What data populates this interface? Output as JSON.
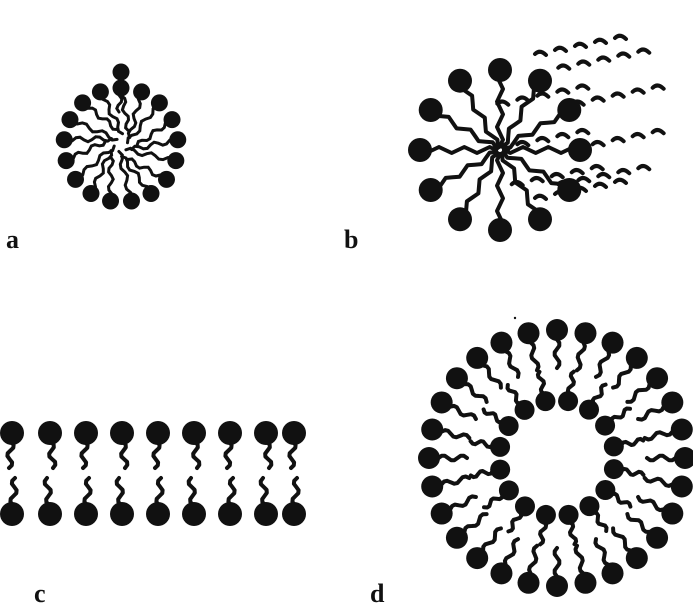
{
  "panels": {
    "a": {
      "label": "a"
    },
    "b": {
      "label": "b"
    },
    "c": {
      "label": "c"
    },
    "d": {
      "label": "d"
    }
  },
  "colors": {
    "ink": "#111111",
    "background": "#ffffff"
  }
}
